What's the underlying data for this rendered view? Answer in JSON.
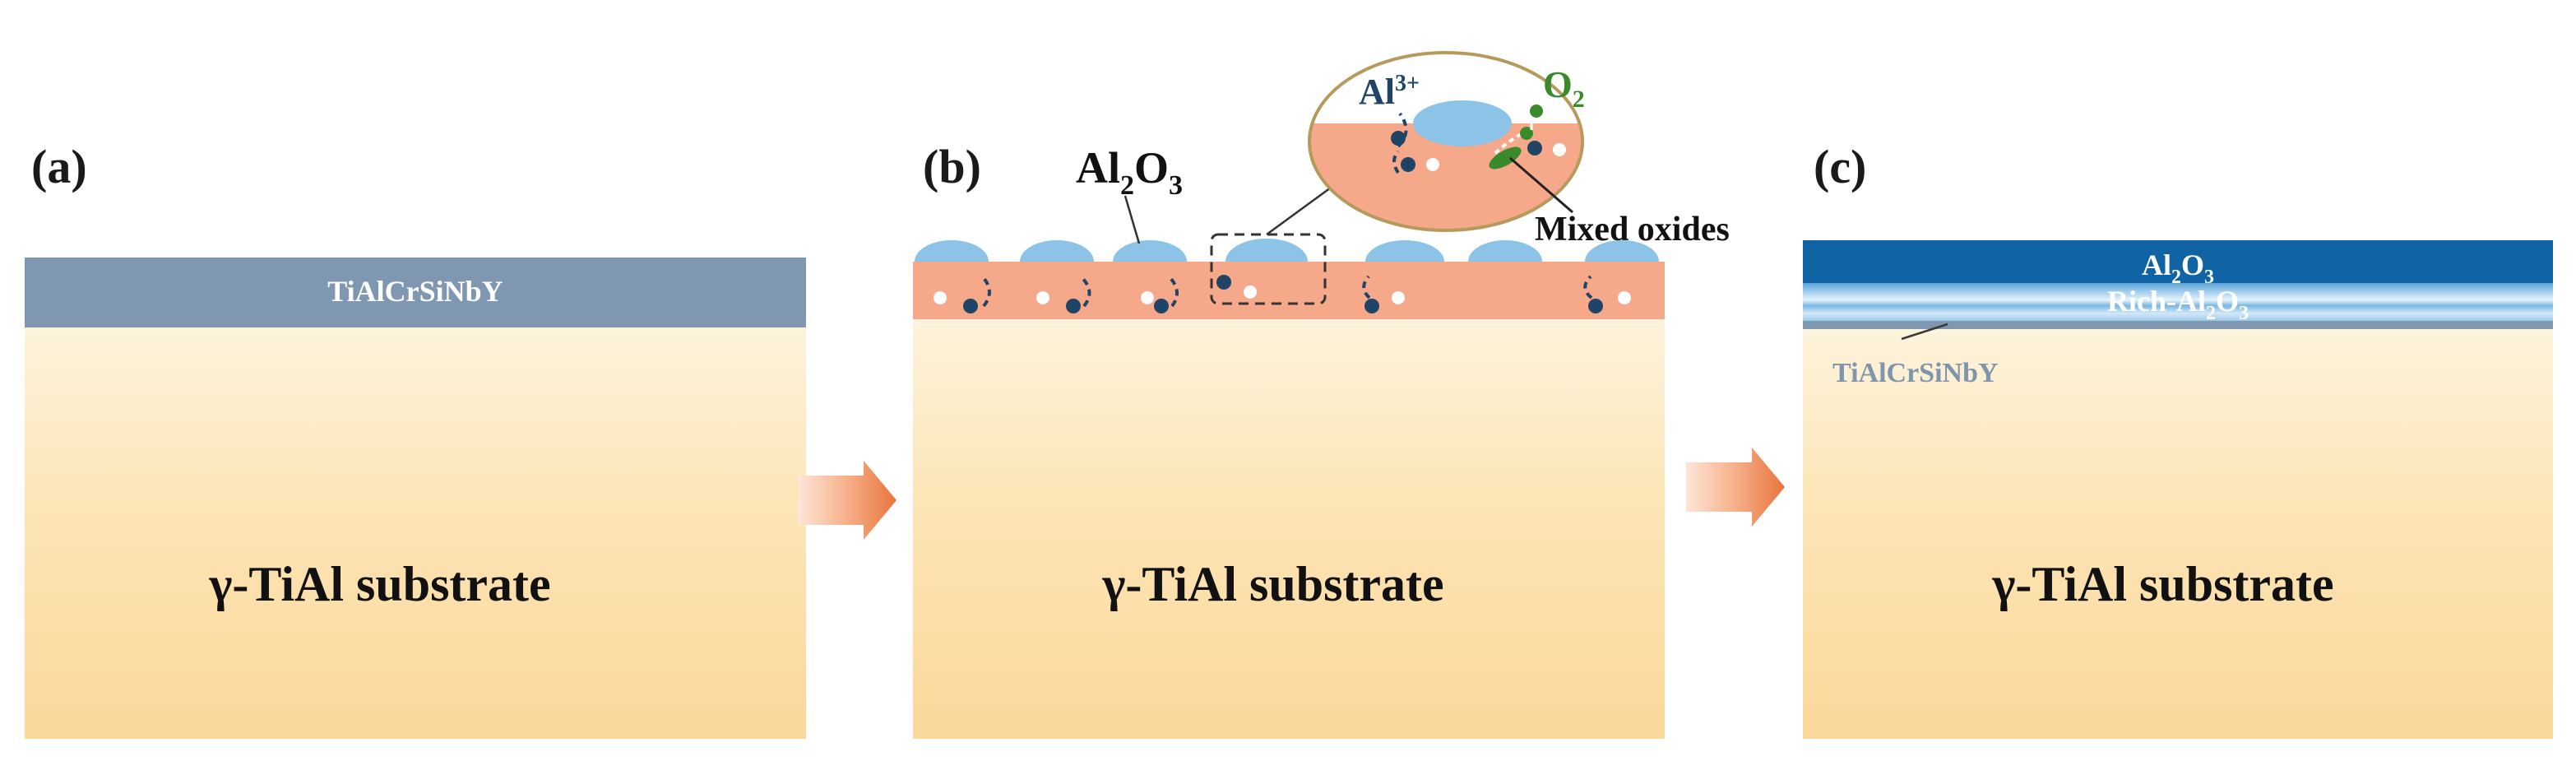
{
  "panels": [
    {
      "label": "(a)",
      "coating_label": "TiAlCrSiNbY",
      "substrate_label": "γ-TiAl substrate"
    },
    {
      "label": "(b)",
      "oxide_label_main": "Al",
      "oxide_label_sub1": "2",
      "oxide_label_mid": "O",
      "oxide_label_sub2": "3",
      "inset_ion_main": "Al",
      "inset_ion_sup": "3+",
      "inset_gas_main": "O",
      "inset_gas_sub": "2",
      "mixed_oxides_label": "Mixed oxides",
      "substrate_label": "γ-TiAl substrate"
    },
    {
      "label": "(c)",
      "top_layer_main": "Al",
      "top_layer_sub1": "2",
      "top_layer_mid": "O",
      "top_layer_sub2": "3",
      "rich_layer_main": "Rich-Al",
      "rich_layer_sub1": "2",
      "rich_layer_mid": "O",
      "rich_layer_sub2": "3",
      "coating_label": "TiAlCrSiNbY",
      "substrate_label": "γ-TiAl substrate"
    }
  ],
  "colors": {
    "substrate_top": "#fdf0d6",
    "substrate_bottom": "#fbd99a",
    "coating": "#7f97b0",
    "oxide_scale": "#f6a98a",
    "oxide_bump": "#8cc3e6",
    "alumina_dark": "#1064a4",
    "ion_dot": "#1f4466",
    "o2_dot": "#3a8a2c",
    "arrow": "#ee8855"
  }
}
